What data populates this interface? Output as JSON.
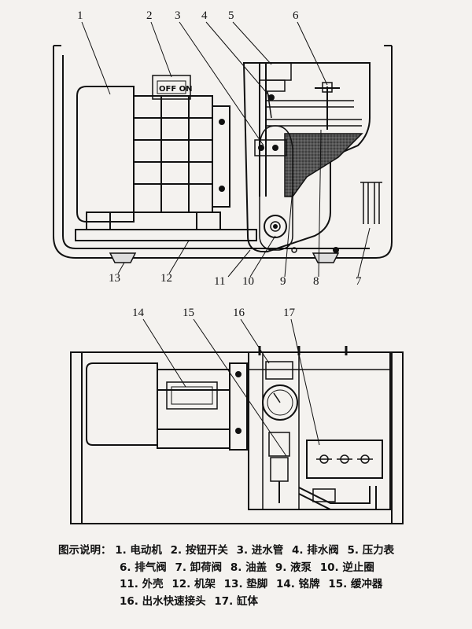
{
  "callouts_top": [
    "1",
    "2",
    "3",
    "4",
    "5",
    "6",
    "7",
    "8",
    "9",
    "10",
    "11",
    "12",
    "13"
  ],
  "callouts_bottom": [
    "14",
    "15",
    "16",
    "17"
  ],
  "switch_label": "OFF ON",
  "legend": {
    "title": "图示说明：",
    "items": [
      "1. 电动机",
      "2. 按钮开关",
      "3. 进水管",
      "4. 排水阀",
      "5. 压力表",
      "6. 排气阀",
      "7. 卸荷阀",
      "8. 油盖",
      "9. 液泵",
      "10. 逆止圈",
      "11. 外壳",
      "12. 机架",
      "13. 垫脚",
      "14. 铭牌",
      "15. 缓冲器",
      "16. 出水快速接头",
      "17. 缸体"
    ]
  }
}
